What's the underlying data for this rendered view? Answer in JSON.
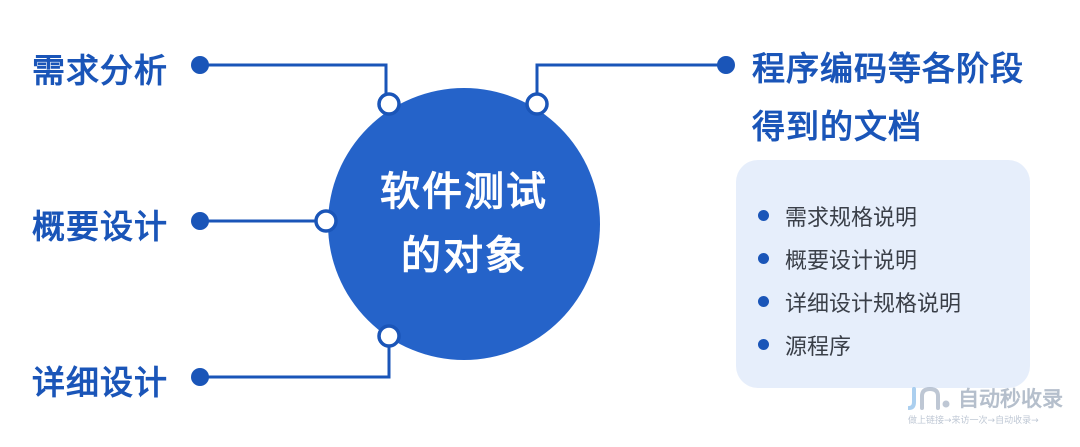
{
  "center": {
    "line1": "软件测试",
    "line2": "的对象"
  },
  "left": {
    "top": "需求分析",
    "middle": "概要设计",
    "bottom": "详细设计"
  },
  "right": {
    "title_line1": "程序编码等各阶段",
    "title_line2": "得到的文档",
    "items": [
      {
        "label": "需求规格说明"
      },
      {
        "label": "概要设计说明"
      },
      {
        "label": "详细设计规格说明"
      },
      {
        "label": "源程序"
      }
    ]
  },
  "watermark": {
    "name": "自动秒收录",
    "tagline": "做上链接→来访一次→自动收录→"
  },
  "colors": {
    "primary": "#2563c9",
    "text_blue": "#1a55b8",
    "panel_bg": "#e6eefb"
  }
}
